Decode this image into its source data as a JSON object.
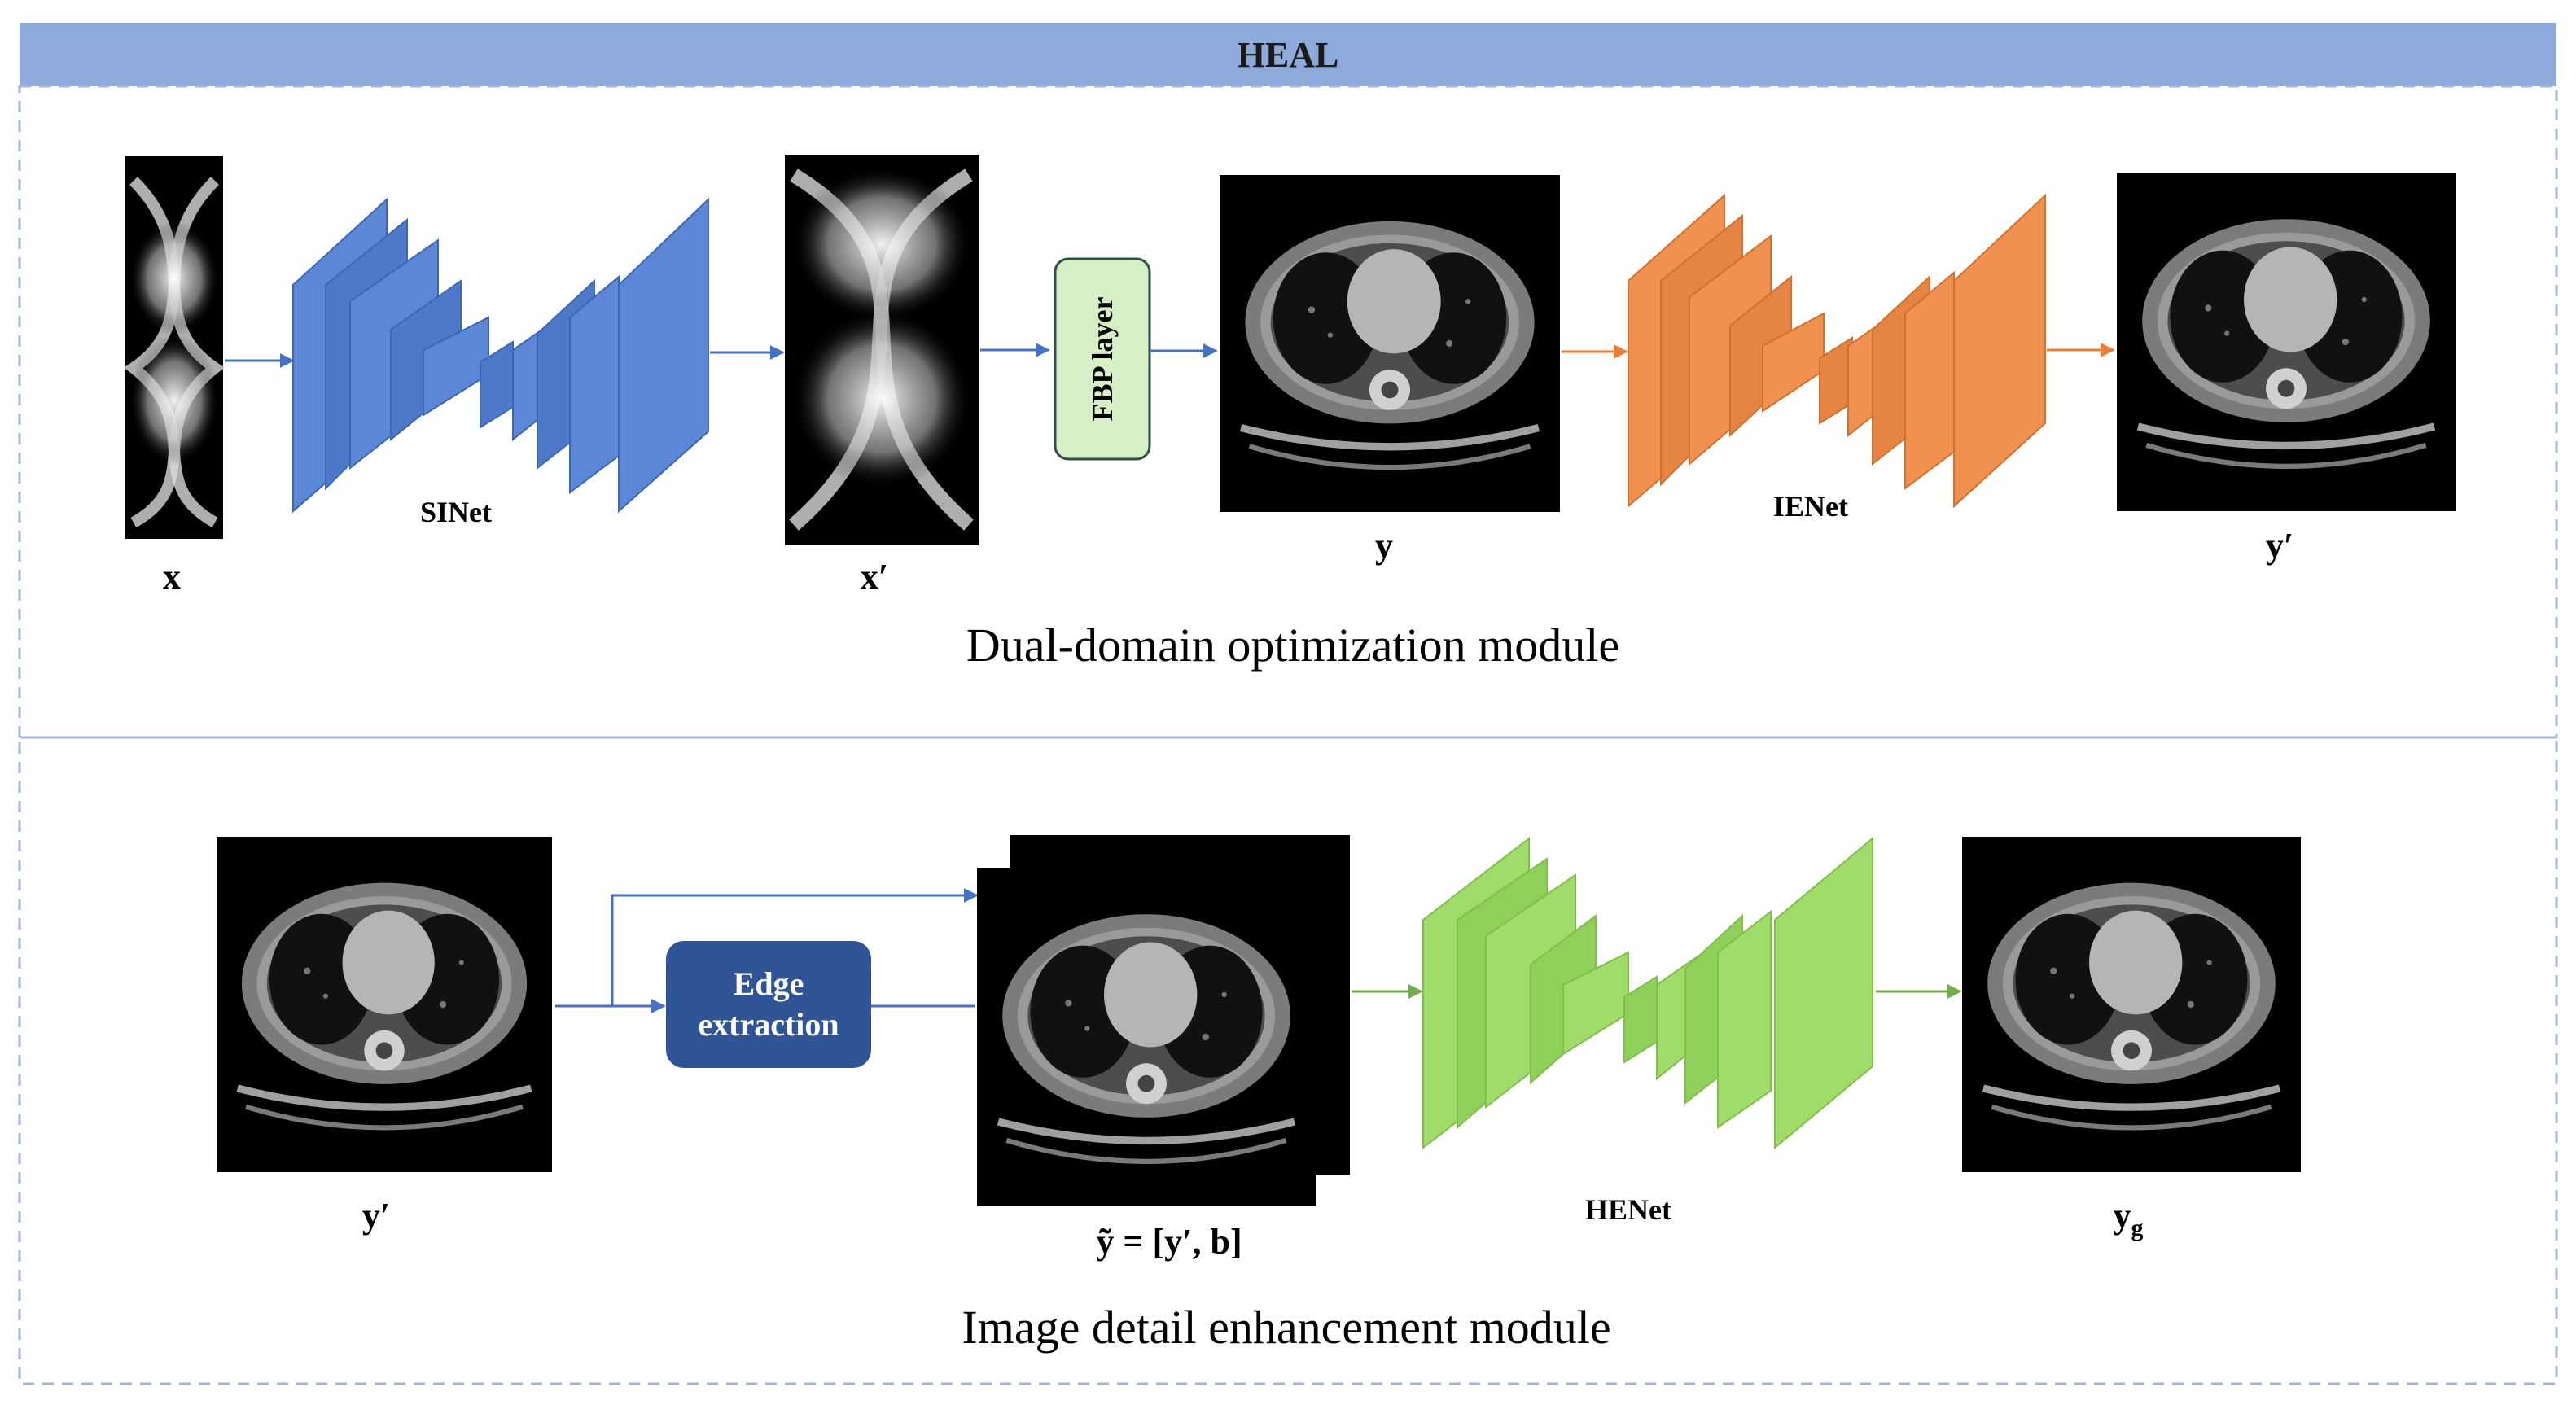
{
  "title": "HEAL",
  "colors": {
    "header": "#8eaadb",
    "dash": "#9fb6dd",
    "sinet": "#5b87d6",
    "ienet": "#f0914f",
    "henet": "#9fdc6a",
    "fbp_fill": "#d6efc4",
    "fbp_stroke": "#2f4f4f",
    "edge_fill": "#2f5597"
  },
  "top_module": {
    "caption": "Dual-domain optimization module",
    "x_label": "x",
    "sinet_label": "SINet",
    "xp_label": "x′",
    "fbp_label": "FBP layer",
    "y_label": "y",
    "ienet_label": "IENet",
    "yp_label": "y′"
  },
  "bottom_module": {
    "caption": "Image detail enhancement module",
    "yp_label": "y′",
    "edge_line1": "Edge",
    "edge_line2": "extraction",
    "ytilde_label": "ỹ = [y′, b]",
    "henet_label": "HENet",
    "yg_label": "y",
    "yg_sub": "g"
  }
}
